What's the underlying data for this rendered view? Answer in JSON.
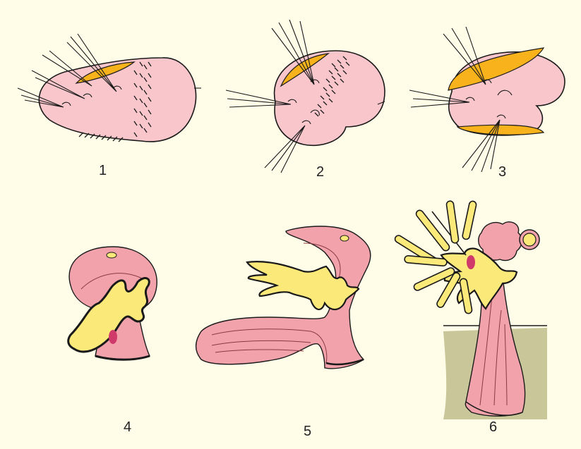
{
  "figure": {
    "panels": [
      {
        "label": "1"
      },
      {
        "label": "2"
      },
      {
        "label": "3"
      },
      {
        "label": "4"
      },
      {
        "label": "5"
      },
      {
        "label": "6"
      }
    ]
  },
  "colors": {
    "background": "#fffde8",
    "body_pink": "#f9c6cc",
    "body_deep_pink": "#f2a2ab",
    "band_orange": "#f7b21c",
    "disc_yellow": "#fbe97a",
    "soil_olive": "#c9c79a"
  }
}
